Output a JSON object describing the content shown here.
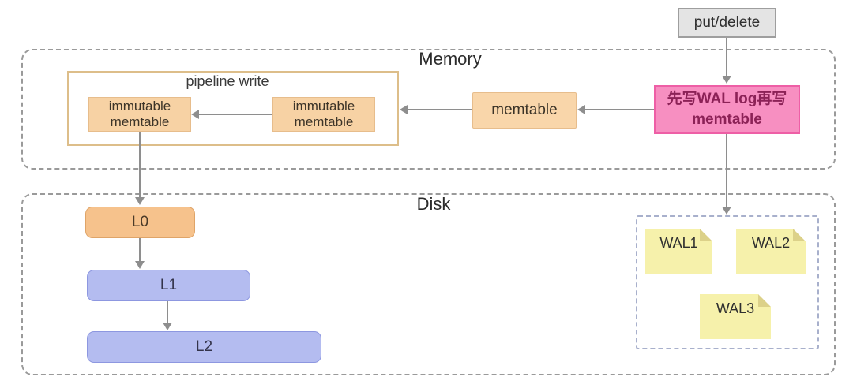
{
  "regions": {
    "memory": {
      "label": "Memory"
    },
    "disk": {
      "label": "Disk"
    }
  },
  "nodes": {
    "put_delete": {
      "label": "put/delete"
    },
    "wal_write": {
      "line1": "先写WAL log再写",
      "line2": "memtable"
    },
    "memtable": {
      "label": "memtable"
    },
    "pipeline": {
      "label": "pipeline write"
    },
    "immutable_a": {
      "label": "immutable memtable"
    },
    "immutable_b": {
      "label": "immutable memtable"
    },
    "l0": {
      "label": "L0"
    },
    "l1": {
      "label": "L1"
    },
    "l2": {
      "label": "L2"
    }
  },
  "wal_files": [
    {
      "label": "WAL1"
    },
    {
      "label": "WAL2"
    },
    {
      "label": "WAL3"
    }
  ],
  "colors": {
    "pink_fill": "#f78fc1",
    "pink_border": "#ee5fa6",
    "pink_text": "#8c2257",
    "orange_fill": "#f7d2a4",
    "orange_border": "#e7bd8c",
    "l0_fill": "#f6c28c",
    "l0_border": "#dfa468",
    "blue_fill": "#b4bcf0",
    "blue_border": "#8d97e0",
    "note_fill": "#f6f1ab",
    "note_fold": "#dcd189",
    "gray_fill": "#e4e4e4",
    "gray_border": "#9e9e9e",
    "region_dash": "#9a9a9a",
    "wal_dash": "#a8b0cc",
    "arrow": "#8e8e8e"
  }
}
